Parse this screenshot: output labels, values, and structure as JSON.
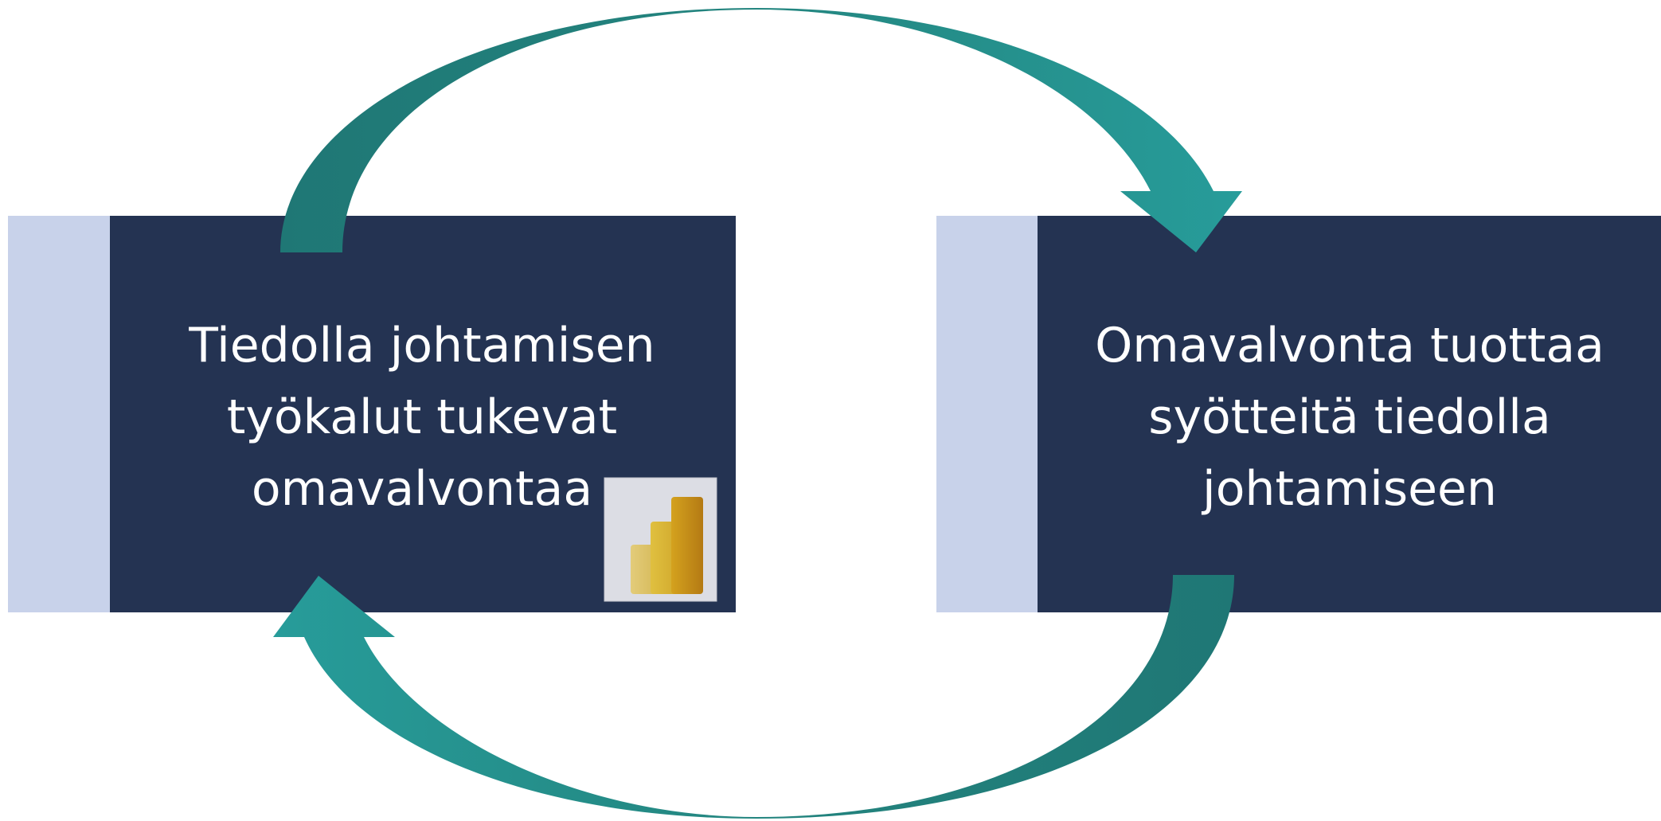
{
  "diagram": {
    "colors": {
      "box_fill": "#243352",
      "box_accent": "#c8d2ea",
      "arrow_dark": "#1f7775",
      "arrow_light": "#279c9a",
      "text": "#ffffff",
      "background": "#ffffff"
    },
    "left_box": {
      "lines": [
        "Tiedolla johtamisen",
        "työkalut tukevat",
        "omavalvontaa"
      ],
      "icon": "power-bi-icon"
    },
    "right_box": {
      "lines": [
        "Omavalvonta tuottaa",
        "syötteitä tiedolla",
        "johtamiseen"
      ]
    },
    "arrows": [
      {
        "name": "top-cycle-arrow",
        "from": "left_box",
        "to": "right_box"
      },
      {
        "name": "bottom-cycle-arrow",
        "from": "right_box",
        "to": "left_box"
      }
    ]
  }
}
